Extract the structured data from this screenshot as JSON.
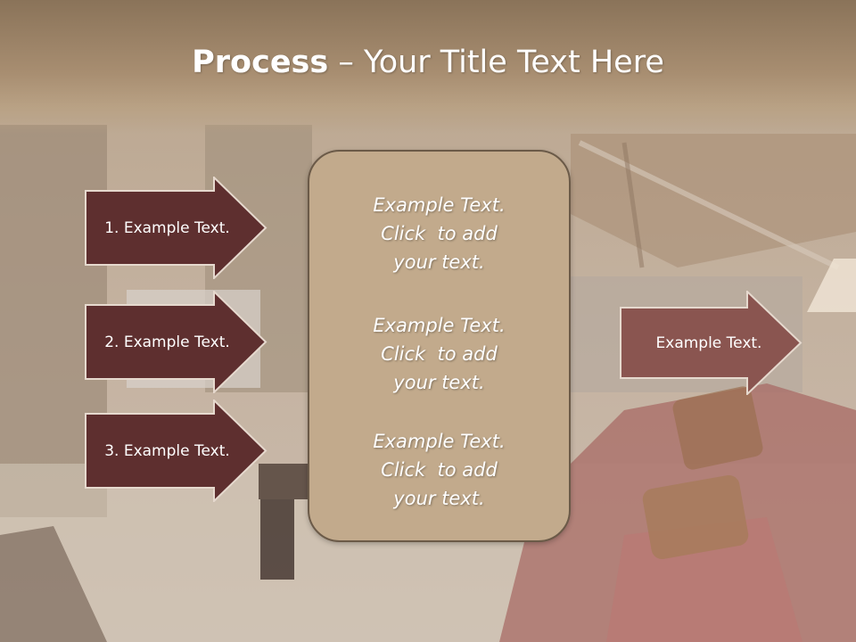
{
  "title": {
    "bold": "Process",
    "rest": " – Your Title Text Here"
  },
  "left_arrows": [
    {
      "label": "1. Example Text."
    },
    {
      "label": "2. Example Text."
    },
    {
      "label": "3. Example Text."
    }
  ],
  "panel": {
    "blocks": [
      {
        "lines": [
          "Example Text.",
          "Click  to add",
          "your text."
        ]
      },
      {
        "lines": [
          "Example Text.",
          "Click  to add",
          "your text."
        ]
      },
      {
        "lines": [
          "Example Text.",
          "Click  to add",
          "your text."
        ]
      }
    ]
  },
  "right_arrow": {
    "label": "Example Text."
  },
  "colors": {
    "left_arrow_fill": "#5e2f2f",
    "right_arrow_fill": "#8a5550",
    "panel_fill": "#c2aa8c",
    "header_fill": "#8a7359"
  }
}
